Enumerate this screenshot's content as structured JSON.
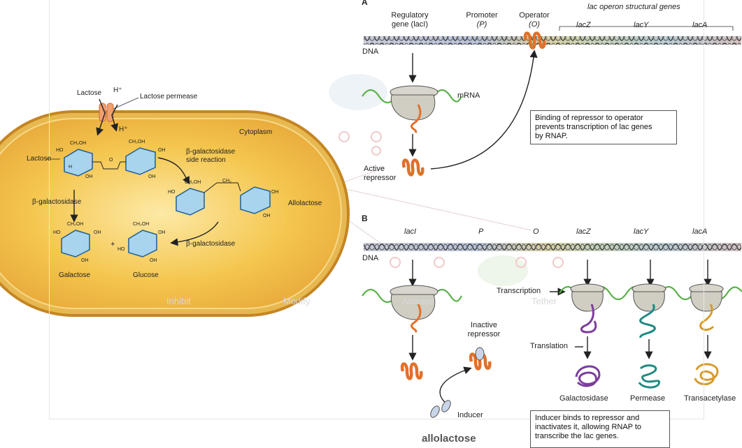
{
  "cell": {
    "lactose_top": "Lactose",
    "h_plus": "H⁺",
    "lactose_permease": "Lactose permease",
    "h_plus_inner": "H⁺",
    "cytoplasm": "Cytoplasm",
    "lactose_left": "Lactose",
    "side_reaction_1": "β-galactosidase",
    "side_reaction_2": "side reaction",
    "allolactose": "Allolactose",
    "beta_gal_left": "β-galactosidase",
    "beta_gal_bottom": "β-galactosidase",
    "galactose": "Galactose",
    "glucose": "Glucose",
    "plus": "+",
    "ch2oh": "CH₂OH",
    "ho": "HO",
    "oh": "OH",
    "h": "H",
    "o": "O",
    "ch2": "CH₂"
  },
  "panel_a": {
    "letter": "A",
    "regulatory_1": "Regulatory",
    "regulatory_2": "gene (lacI)",
    "promoter_1": "Promoter",
    "promoter_2": "(P)",
    "operator_1": "Operator",
    "operator_2": "(O)",
    "structural_genes": "lac operon structural genes",
    "lacz": "lacZ",
    "lacy": "lacY",
    "laca": "lacA",
    "dna": "DNA",
    "mrna": "mRNA",
    "active_1": "Active",
    "active_2": "repressor",
    "box_1": "Binding of repressor to operator",
    "box_2": "prevents transcription of lac genes",
    "box_3": "by RNAP."
  },
  "panel_b": {
    "letter": "B",
    "laci": "lacI",
    "p": "P",
    "o": "O",
    "lacz": "lacZ",
    "lacy": "lacY",
    "laca": "lacA",
    "dna": "DNA",
    "transcription": "Transcription",
    "translation": "Translation",
    "inactive_1": "Inactive",
    "inactive_2": "repressor",
    "inducer": "Inducer",
    "galactosidase": "Galactosidase",
    "permease": "Permease",
    "transacetylase": "Transacetylase",
    "box_1": "Inducer binds to repressor and",
    "box_2": "inactivates it, allowing RNAP to",
    "box_3": "transcribe the lac genes."
  },
  "watermarks": {
    "inhibit": "Inhibit",
    "modify": "Modify",
    "activate": "Activate",
    "tether": "Tether"
  },
  "caption": "allolactose",
  "colors": {
    "cell_fill": "#f3c24a",
    "cell_border": "#c98a22",
    "sugar_ring": "#a8d4ee",
    "sugar_edge": "#1e5e96",
    "repressor": "#e2702a",
    "mrna": "#5bb14a",
    "galactosidase": "#7b3e9b",
    "permease": "#1f8a83",
    "transacetylase": "#d99a2a",
    "ribosome": "#d0cdc2"
  }
}
